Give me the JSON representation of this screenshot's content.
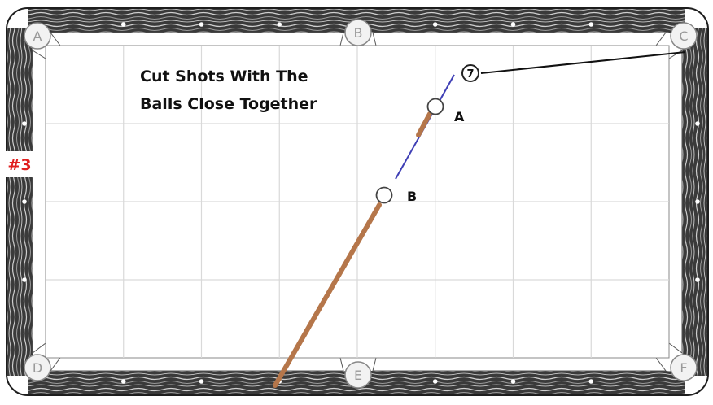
{
  "diagram": {
    "title_line1": "Cut Shots With The",
    "title_line2": "Balls Close Together",
    "drill_number": "#3",
    "pockets": [
      "A",
      "B",
      "C",
      "D",
      "E",
      "F"
    ],
    "object_ball": "7",
    "cue_positions": [
      "A",
      "B"
    ]
  },
  "colors": {
    "cloth": "#ffffff",
    "grid": "#d9d9d9",
    "rail_dark": "#2a2a2a",
    "rail_light": "#bdbdbd",
    "cue_stick": "#b5764a",
    "aim_line": "#3f3fb5",
    "drill_number": "#e02020",
    "text": "#111111"
  }
}
